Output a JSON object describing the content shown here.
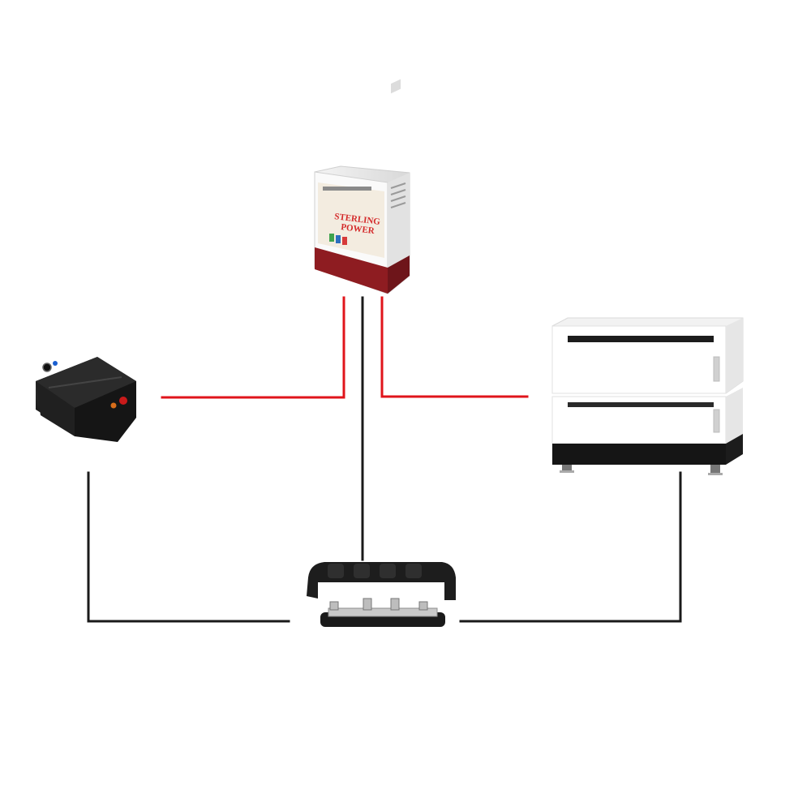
{
  "diagram": {
    "components": [
      {
        "id": "starter-battery",
        "icon": "lead-acid-battery-icon"
      },
      {
        "id": "charger",
        "icon": "battery-to-battery-charger-icon",
        "brand_text": "Sterling Power"
      },
      {
        "id": "house-battery",
        "icon": "lithium-battery-bank-icon"
      },
      {
        "id": "busbar",
        "icon": "negative-busbar-icon"
      }
    ],
    "wires": [
      {
        "id": "starter-positive",
        "from": "starter-battery",
        "to": "charger",
        "polarity": "positive"
      },
      {
        "id": "house-positive",
        "from": "charger",
        "to": "house-battery",
        "polarity": "positive"
      },
      {
        "id": "charger-negative",
        "from": "charger",
        "to": "busbar",
        "polarity": "negative"
      },
      {
        "id": "starter-negative",
        "from": "starter-battery",
        "to": "busbar",
        "polarity": "negative"
      },
      {
        "id": "house-negative",
        "from": "house-battery",
        "to": "busbar",
        "polarity": "negative"
      }
    ],
    "colors": {
      "positive": "#e0141b",
      "negative": "#1a1a1a",
      "background": "#ffffff"
    }
  }
}
